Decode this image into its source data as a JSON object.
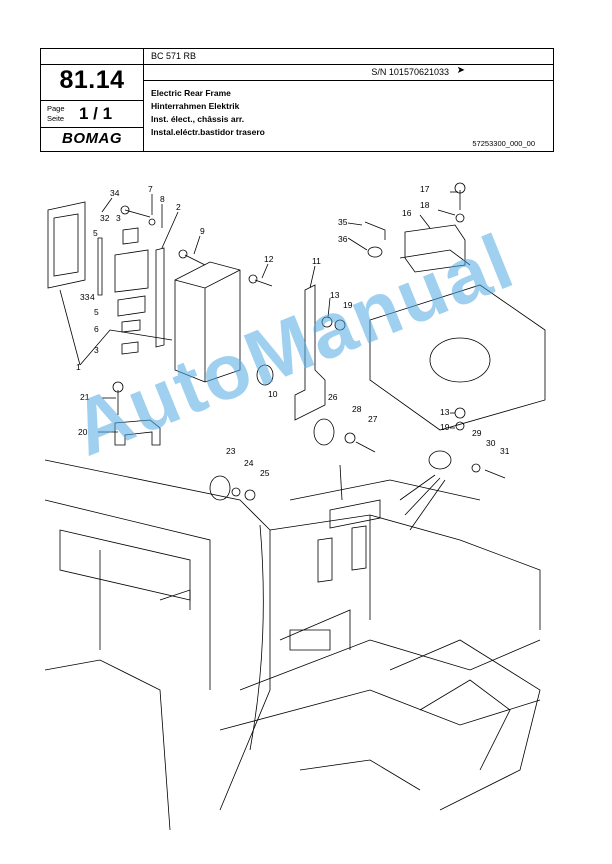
{
  "header": {
    "model": "BC 571 RB",
    "serial": "S/N 101570621033",
    "serial_arrow": "➤",
    "group_number": "81.14",
    "page_label_de": "Page",
    "page_label_en": "Seite",
    "page_value": "1  /  1",
    "brand": "BOMAG",
    "titles": [
      "Electric Rear Frame",
      "Hinterrahmen Elektrik",
      "Inst. élect., châssis arr.",
      "Instal.eléctr.bastidor trasero"
    ],
    "document_number": "57253300_000_00"
  },
  "watermark": "AutoManual",
  "callouts": [
    "34",
    "7",
    "8",
    "2",
    "3",
    "32",
    "9",
    "5",
    "4",
    "33",
    "6",
    "3",
    "1",
    "12",
    "11",
    "13",
    "19",
    "10",
    "21",
    "20",
    "26",
    "28",
    "27",
    "23",
    "24",
    "25",
    "17",
    "18",
    "35",
    "16",
    "36",
    "13",
    "19",
    "29",
    "30",
    "31"
  ]
}
